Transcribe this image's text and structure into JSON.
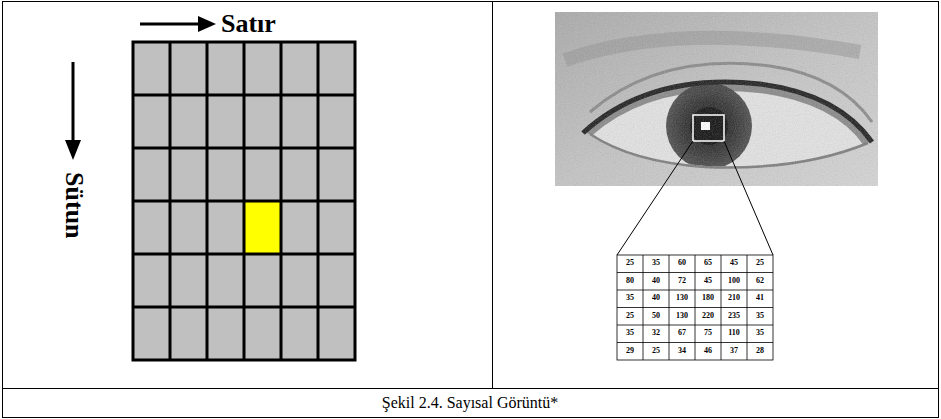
{
  "diagram": {
    "caption": "Şekil 2.4. Sayısal Görüntü*",
    "labels": [
      "Satır",
      "Sütun",
      "25",
      "35",
      "60",
      "65",
      "45",
      "25",
      "80",
      "40",
      "72",
      "45",
      "100",
      "62",
      "35",
      "40",
      "130",
      "180",
      "210",
      "41",
      "25",
      "50",
      "130",
      "220",
      "235",
      "35",
      "35",
      "32",
      "67",
      "75",
      "110",
      "35",
      "29",
      "25",
      "34",
      "46",
      "37",
      "28"
    ]
  }
}
